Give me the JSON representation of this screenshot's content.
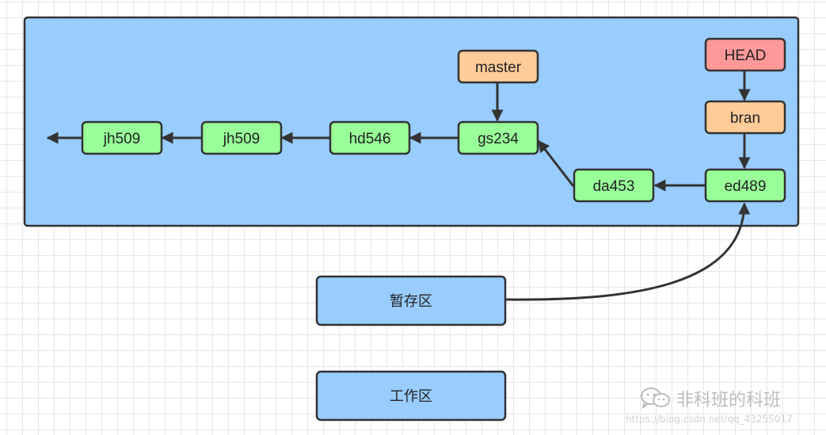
{
  "repository": {
    "commits": [
      "jh509",
      "jh509",
      "hd546",
      "gs234",
      "da453",
      "ed489"
    ],
    "branches": {
      "master": "master",
      "bran": "bran"
    },
    "head": "HEAD"
  },
  "areas": {
    "staging": "暂存区",
    "working": "工作区"
  },
  "colors": {
    "repo_fill": "#99ccff",
    "commit_fill": "#99ff99",
    "branch_fill": "#ffcc99",
    "head_fill": "#ff9999",
    "area_fill": "#99ccff",
    "stroke": "#333333"
  },
  "watermark": {
    "brand": "非科班的科班",
    "url": "https://blog.csdn.net/qq_43255017",
    "icon": "wechat-icon"
  }
}
